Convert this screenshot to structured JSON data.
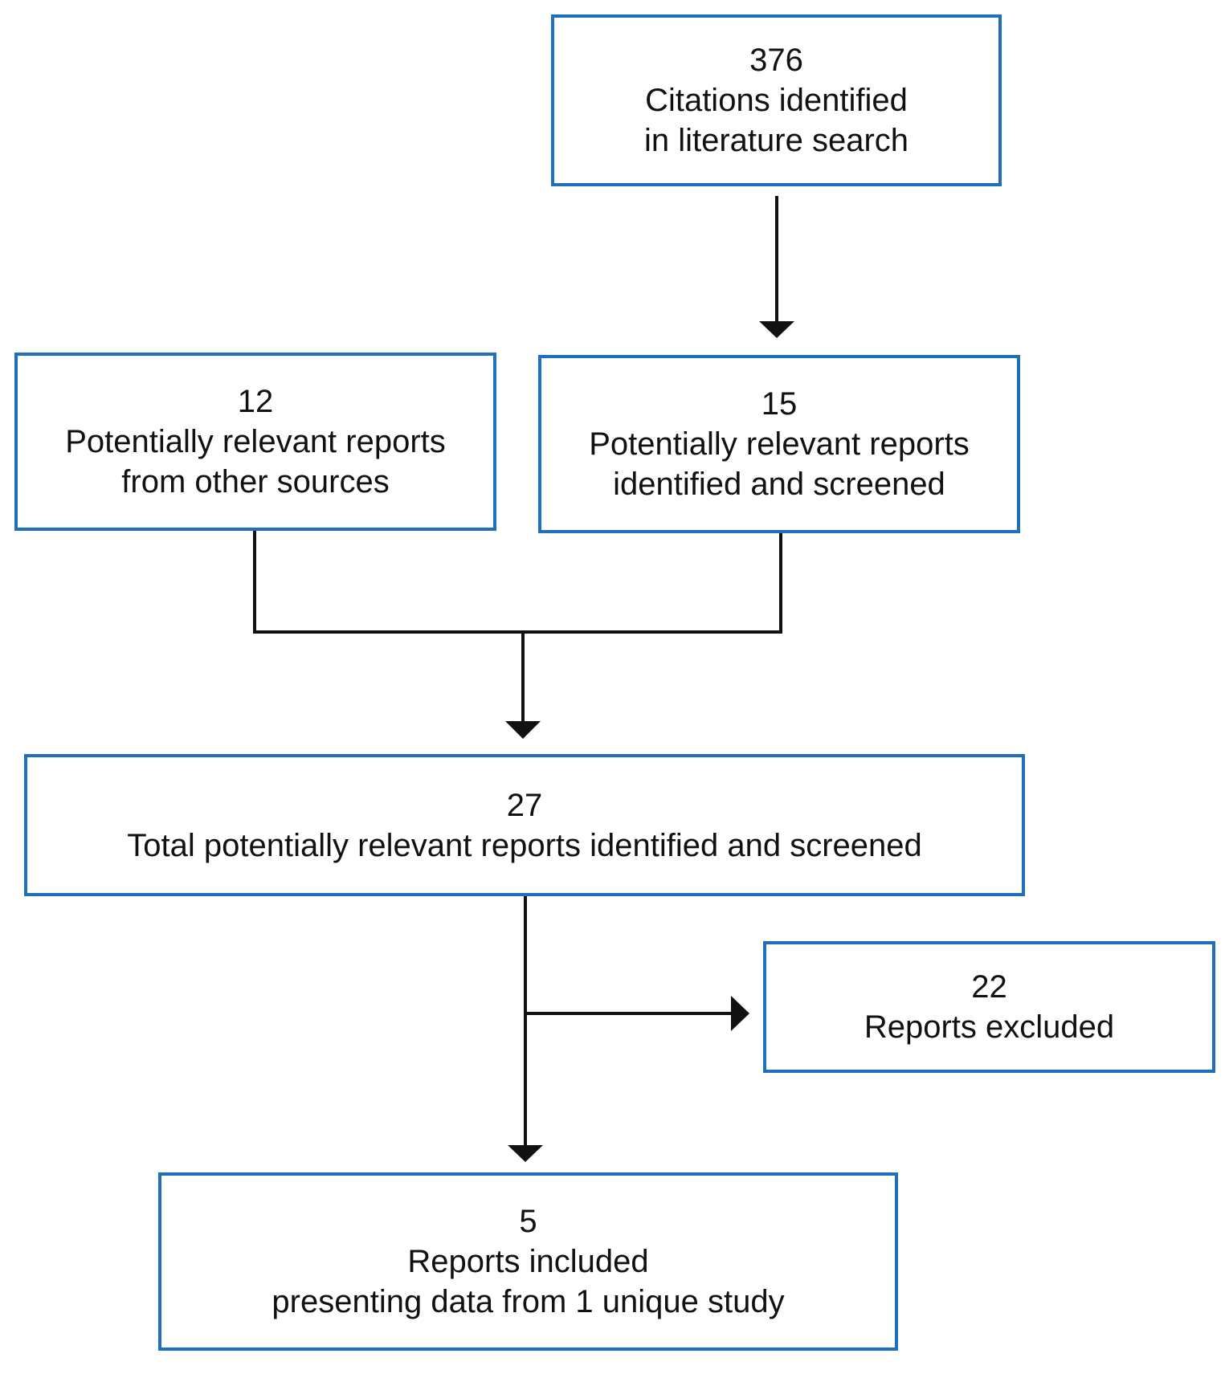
{
  "flowchart": {
    "citations": {
      "count": "376",
      "line1": "Citations identified",
      "line2": "in literature search"
    },
    "other_sources": {
      "count": "12",
      "line1": "Potentially relevant reports",
      "line2": "from other sources"
    },
    "screened": {
      "count": "15",
      "line1": "Potentially relevant reports",
      "line2": "identified and screened"
    },
    "total": {
      "count": "27",
      "line1": "Total potentially relevant reports identified and screened"
    },
    "excluded": {
      "count": "22",
      "line1": "Reports excluded"
    },
    "included": {
      "count": "5",
      "line1": "Reports included",
      "line2": "presenting data from 1 unique study"
    }
  },
  "colors": {
    "box_border": "#1f6fbd",
    "connector": "#111111",
    "text": "#111111"
  }
}
